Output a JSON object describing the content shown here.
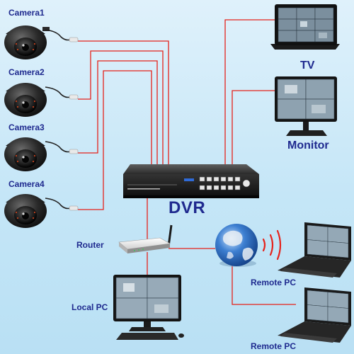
{
  "labels": {
    "camera1": "Camera1",
    "camera2": "Camera2",
    "camera3": "Camera3",
    "camera4": "Camera4",
    "tv": "TV",
    "monitor": "Monitor",
    "dvr": "DVR",
    "router": "Router",
    "local_pc": "Local PC",
    "remote_pc_1": "Remote PC",
    "remote_pc_2": "Remote PC"
  },
  "colors": {
    "wire": "#e5221b",
    "label": "#1f2a8f",
    "background": "#d4edf9"
  }
}
